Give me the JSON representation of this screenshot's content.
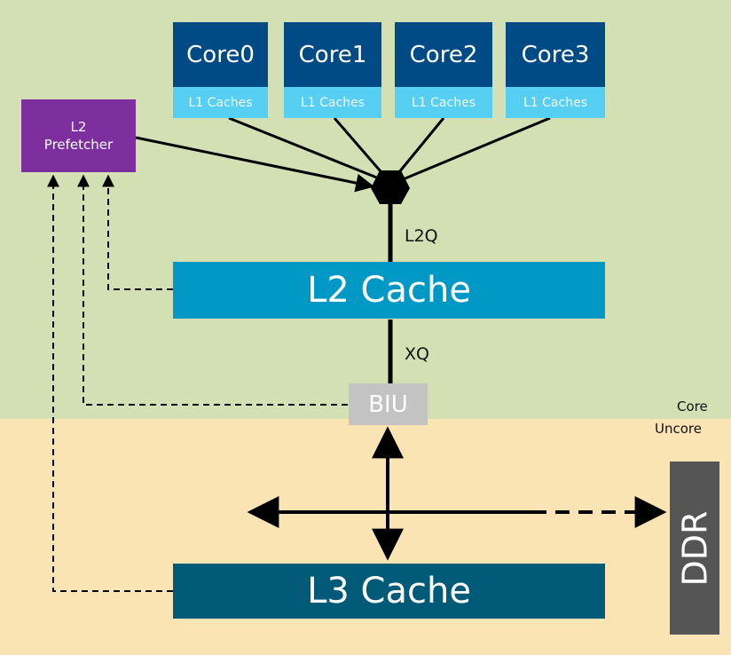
{
  "cores": [
    {
      "name": "Core0",
      "cache": "L1 Caches"
    },
    {
      "name": "Core1",
      "cache": "L1 Caches"
    },
    {
      "name": "Core2",
      "cache": "L1 Caches"
    },
    {
      "name": "Core3",
      "cache": "L1 Caches"
    }
  ],
  "prefetcher": {
    "line1": "L2",
    "line2": "Prefetcher"
  },
  "l2_cache": "L2 Cache",
  "l3_cache": "L3 Cache",
  "biu": "BIU",
  "ddr": "DDR",
  "labels": {
    "l2q": "L2Q",
    "xq": "XQ"
  },
  "regions": {
    "core": "Core",
    "uncore": "Uncore"
  },
  "colors": {
    "core_region": "#d3e0b4",
    "uncore_region": "#fbe4b3",
    "core_box": "#004b86",
    "l1_box": "#56cff3",
    "prefetcher": "#7d2f9f",
    "l2_cache": "#0099c6",
    "l3_cache": "#005a78",
    "biu": "#c3c3c3",
    "ddr": "#555555"
  }
}
